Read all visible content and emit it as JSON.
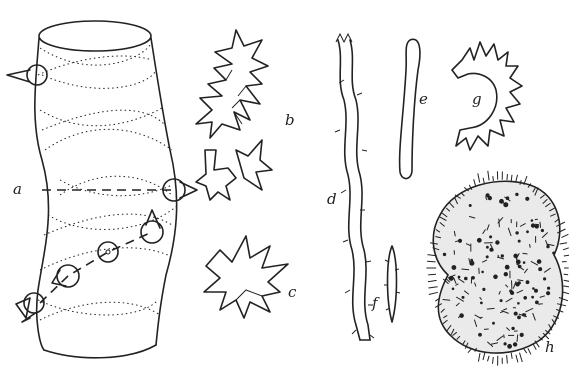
{
  "figure": {
    "labels": {
      "a": "a",
      "b": "b",
      "c": "c",
      "d": "d",
      "e": "e",
      "f": "f",
      "g": "g",
      "h": "h"
    }
  }
}
